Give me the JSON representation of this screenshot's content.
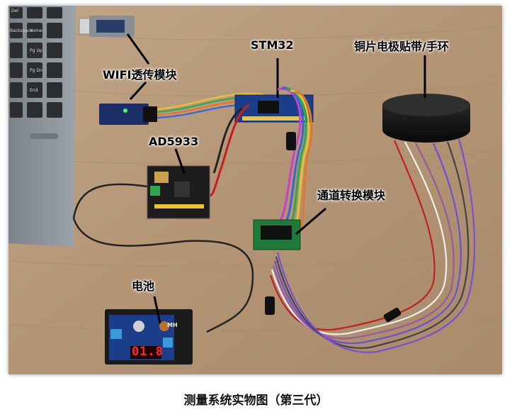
{
  "labels": {
    "wifi": "WIFI透传模块",
    "stm32": "STM32",
    "ad5933": "AD5933",
    "channel_switch": "通道转换模块",
    "electrode": "铜片电极贴带/手环",
    "battery": "电池"
  },
  "caption": "测量系统实物图（第三代）",
  "keys": [
    "Del",
    "Backspace",
    "Home",
    "Pg Up",
    "Pg Dn",
    "End"
  ],
  "battery_module": {
    "display": "01.8",
    "marking": "MH"
  },
  "colors": {
    "table": "#b79a7c",
    "laptop": "#8e949b",
    "pcb_blue": "#1c3e8a",
    "pcb_green": "#1f7a3a",
    "electrode_band": "#1b1b1b"
  }
}
